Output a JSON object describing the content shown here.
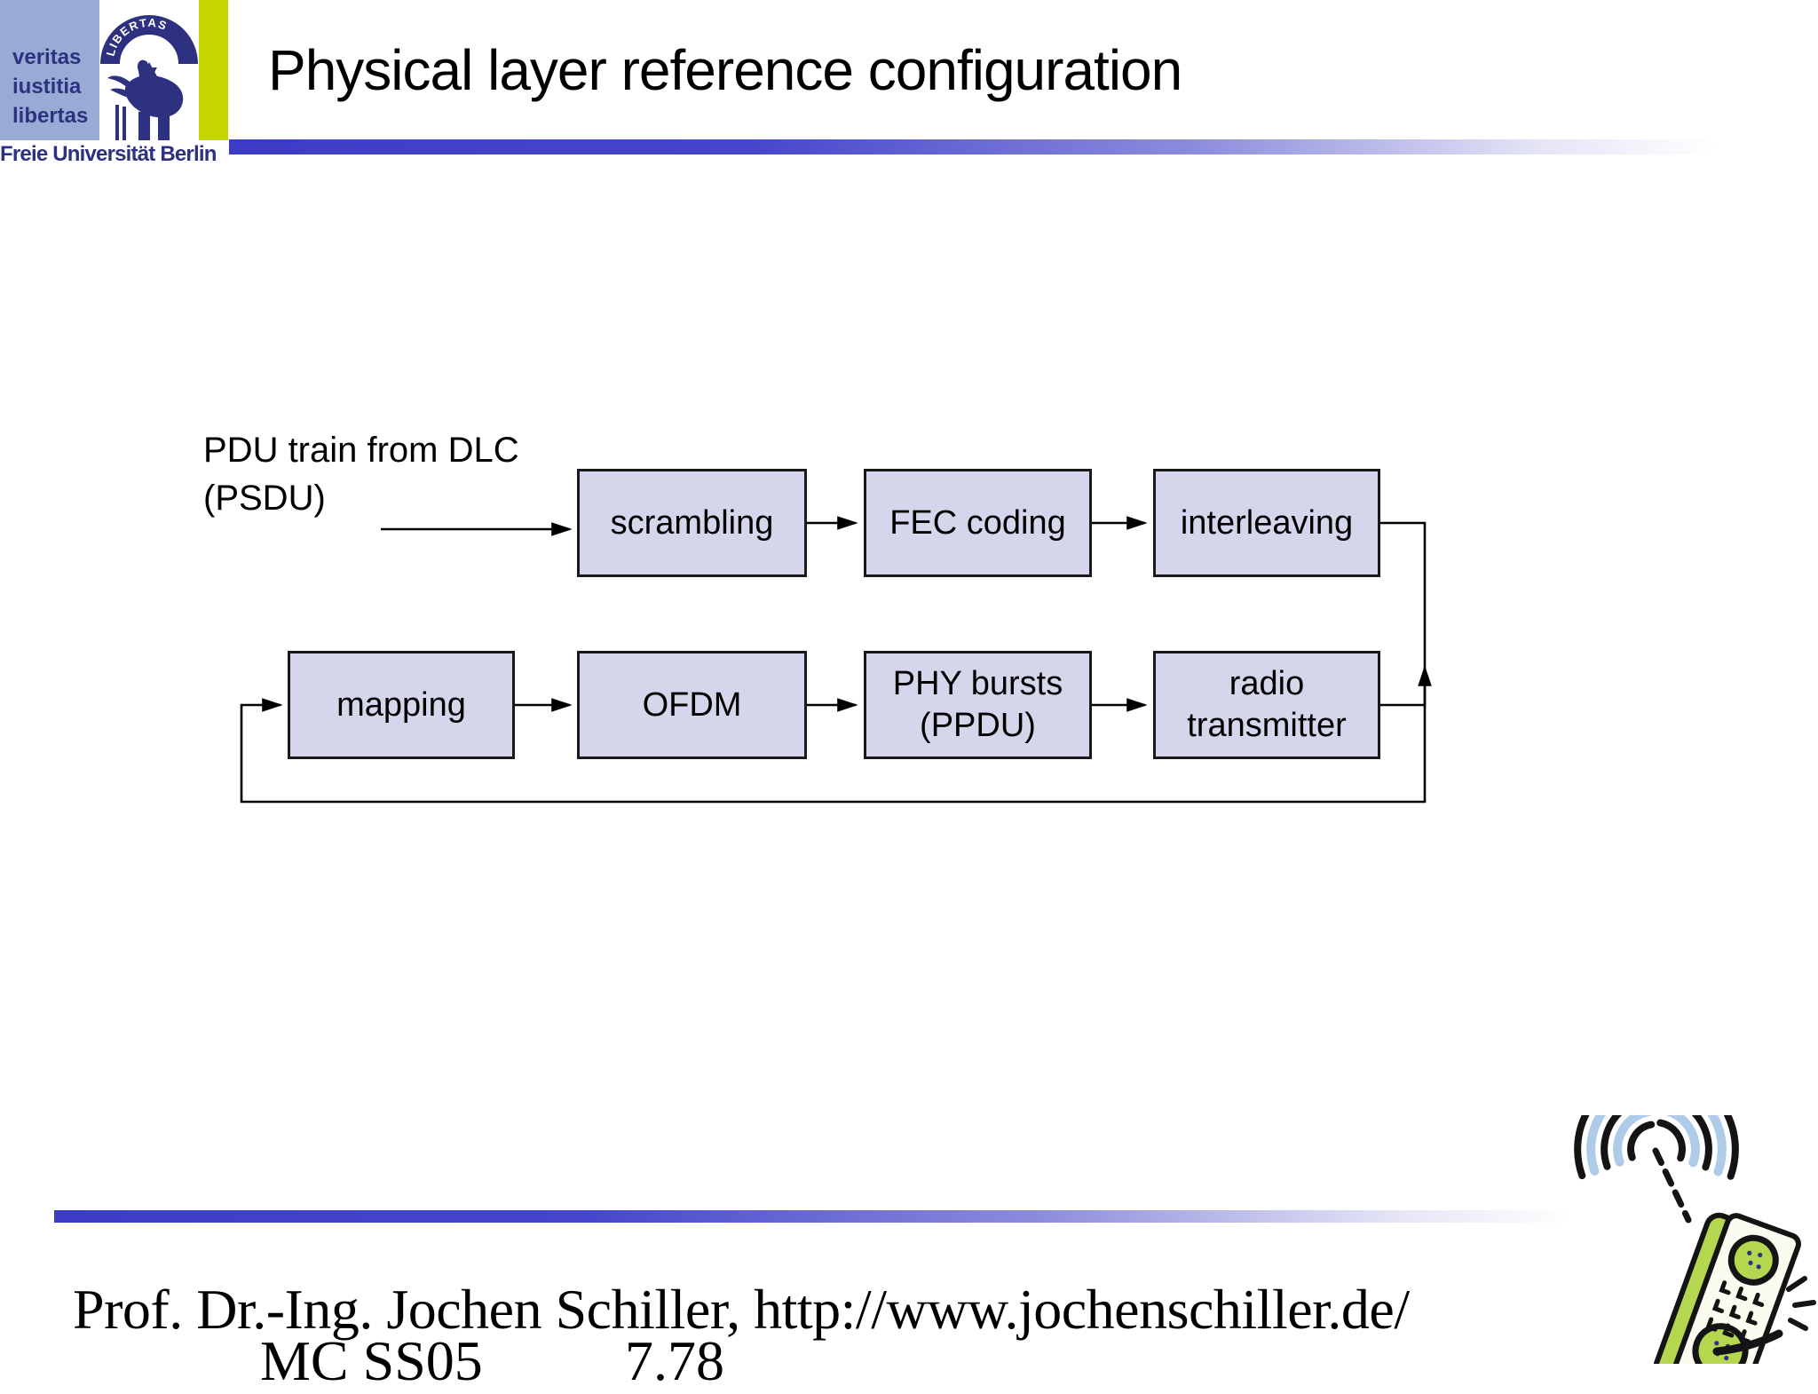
{
  "slide": {
    "title": "Physical layer reference configuration",
    "accent_bar_color": "#3c3cc6",
    "background": "#ffffff"
  },
  "logo": {
    "motto": [
      "veritas",
      "iustitia",
      "libertas"
    ],
    "seal_text": "LIBERTAS",
    "institution": "Freie Universität Berlin",
    "colors": {
      "panel_blue": "#98abd4",
      "navy": "#2e3180",
      "lime": "#c6d500"
    }
  },
  "diagram": {
    "source_label": [
      "PDU train from DLC",
      "(PSDU)"
    ],
    "blocks": {
      "scrambling": "scrambling",
      "fec_coding": "FEC coding",
      "interleaving": "interleaving",
      "mapping": "mapping",
      "ofdm": "OFDM",
      "phy_bursts_line1": "PHY bursts",
      "phy_bursts_line2": "(PPDU)",
      "radio_line1": "radio",
      "radio_line2": "transmitter"
    },
    "box_fill": "#d5d5ec",
    "box_border": "#1a1a1a"
  },
  "footer": {
    "credit": "Prof. Dr.-Ing. Jochen Schiller, http://www.jochenschiller.de/",
    "course": "MC SS05",
    "page": "7.78"
  },
  "clipart": {
    "icon": "radio-phone-icon"
  }
}
